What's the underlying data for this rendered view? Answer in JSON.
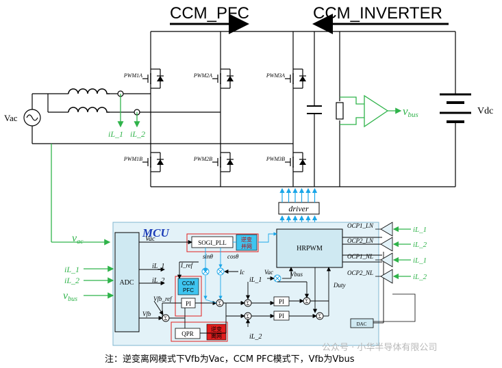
{
  "headers": {
    "pfc": "CCM_PFC",
    "inverter": "CCM_INVERTER"
  },
  "power_stage": {
    "switches": [
      "PWM1A",
      "PWM2A",
      "PWM3A",
      "PWM1B",
      "PWM2B",
      "PWM3B"
    ],
    "source_label": "Vac",
    "dc_label": "Vdc",
    "vbus_label": "v",
    "vbus_sub": "bus",
    "il1": "iL_1",
    "il2": "iL_2",
    "driver": "driver"
  },
  "mcu": {
    "title": "MCU",
    "adc": "ADC",
    "hrpwm": "HRPWM",
    "dac": "DAC",
    "sogi": "SOGI_PLL",
    "inv_grid": "逆变\n并网",
    "ccm_pfc": "CCM\nPFC",
    "pi": "PI",
    "qpr": "QPR",
    "inv_offgrid": "逆变\n离网",
    "vac": "Vac",
    "vfb_ref": "Vfb_ref",
    "vfb": "Vfb",
    "sin": "sinθ",
    "cos": "cosθ",
    "i_ref": "I_ref",
    "ic": "Ic",
    "il1": "iL_1",
    "il2": "iL_2",
    "vac2": "Vac",
    "vbus": "Vbus",
    "duty": "Duty",
    "ocp": [
      "OCP1_LN",
      "OCP2_LN",
      "OCP1_NL",
      "OCP2_NL"
    ]
  },
  "inputs": {
    "vac": "v",
    "vac_sub": "ac",
    "il1": "iL_1",
    "il2": "iL_2",
    "vbus": "v",
    "vbus_sub": "bus"
  },
  "ocp_inputs": [
    "iL_1",
    "iL_2",
    "iL_1",
    "iL_2"
  ],
  "note": "注：逆变离网模式下Vfb为Vac，CCM PFC模式下，Vfb为Vbus",
  "watermark": "公众号 · 小华半导体有限公司",
  "colors": {
    "green": "#2fb34a",
    "blue": "#1aa6e8",
    "red": "#e11d1d",
    "mcu_bg": "#e3f2f8"
  }
}
